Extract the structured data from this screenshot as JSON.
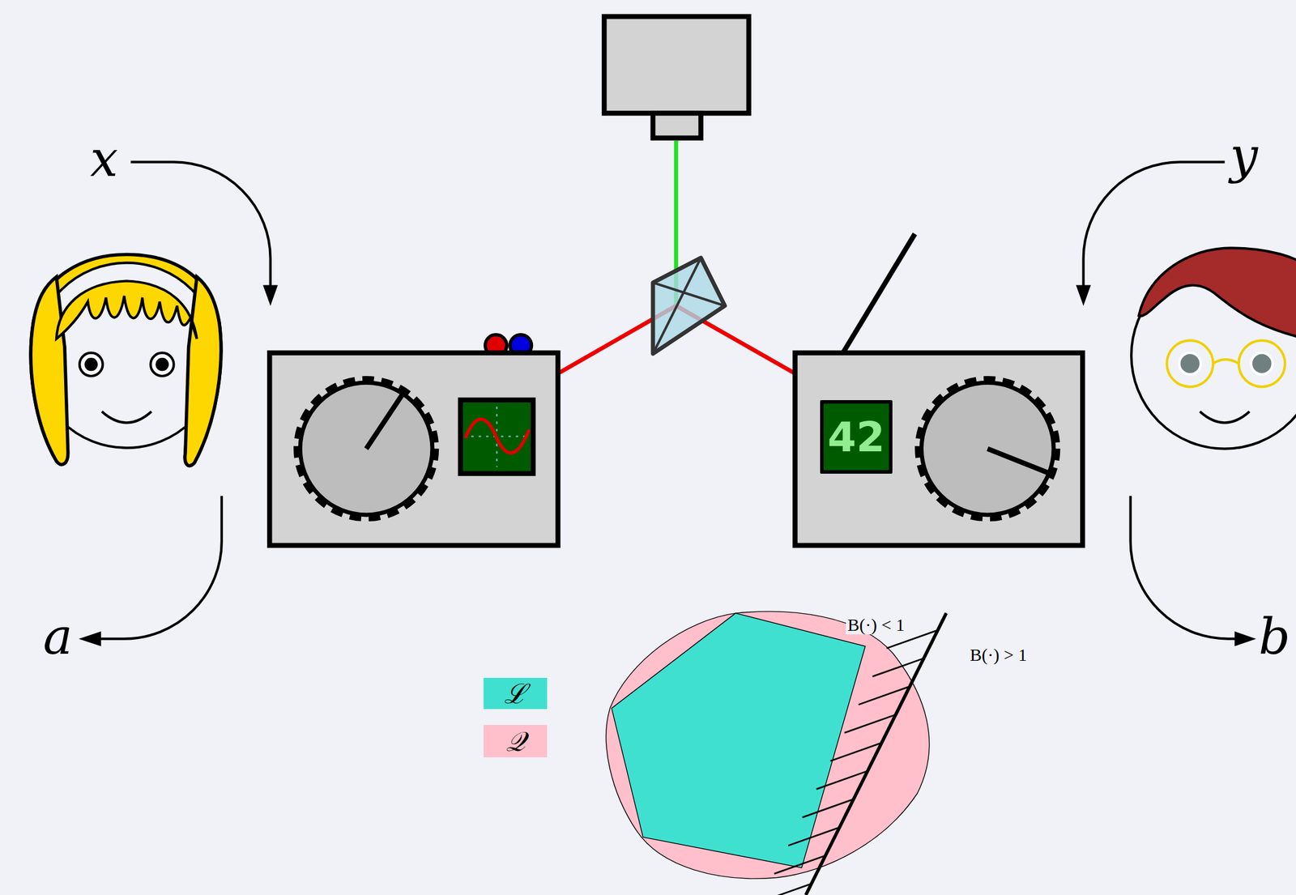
{
  "diagram": {
    "nodes": [
      {
        "text": [
          "42"
        ]
      }
    ],
    "labels": [
      "x",
      "y",
      "a",
      "b",
      "B(·) < 1",
      "B(·) > 1"
    ],
    "legend": [
      {
        "text": "ℒ",
        "color": "#40e0d0"
      },
      {
        "text": "𝒬",
        "color": "#ffc0cb"
      }
    ]
  }
}
